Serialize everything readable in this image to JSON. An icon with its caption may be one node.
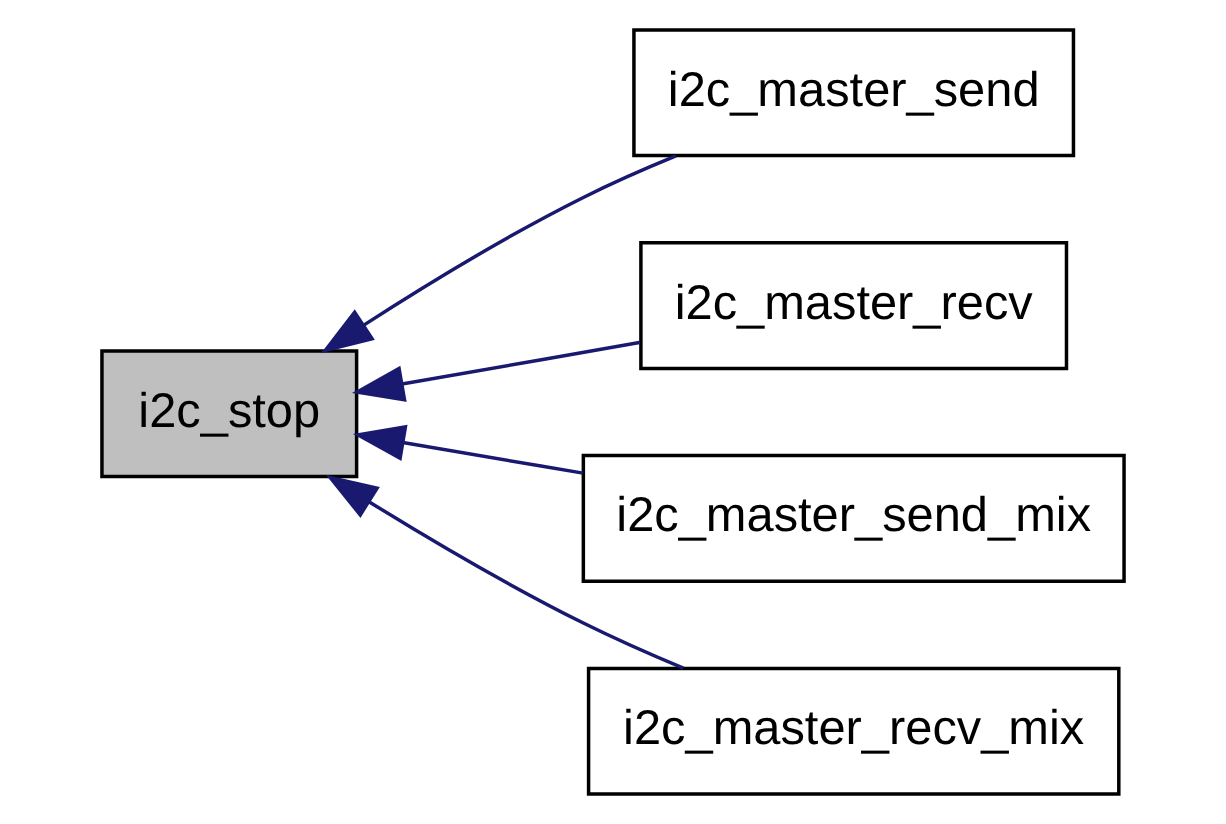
{
  "diagram": {
    "nodes": [
      {
        "text": [
          "i2c_stop"
        ]
      },
      {
        "text": [
          "i2c_master_send"
        ]
      },
      {
        "text": [
          "i2c_master_recv"
        ]
      },
      {
        "text": [
          "i2c_master_send_mix"
        ]
      },
      {
        "text": [
          "i2c_master_recv_mix"
        ]
      }
    ],
    "edges": [
      {
        "from": 1,
        "to": 0,
        "arrow": "to"
      },
      {
        "from": 2,
        "to": 0,
        "arrow": "to"
      },
      {
        "from": 3,
        "to": 0,
        "arrow": "to"
      },
      {
        "from": 4,
        "to": 0,
        "arrow": "to"
      }
    ]
  }
}
